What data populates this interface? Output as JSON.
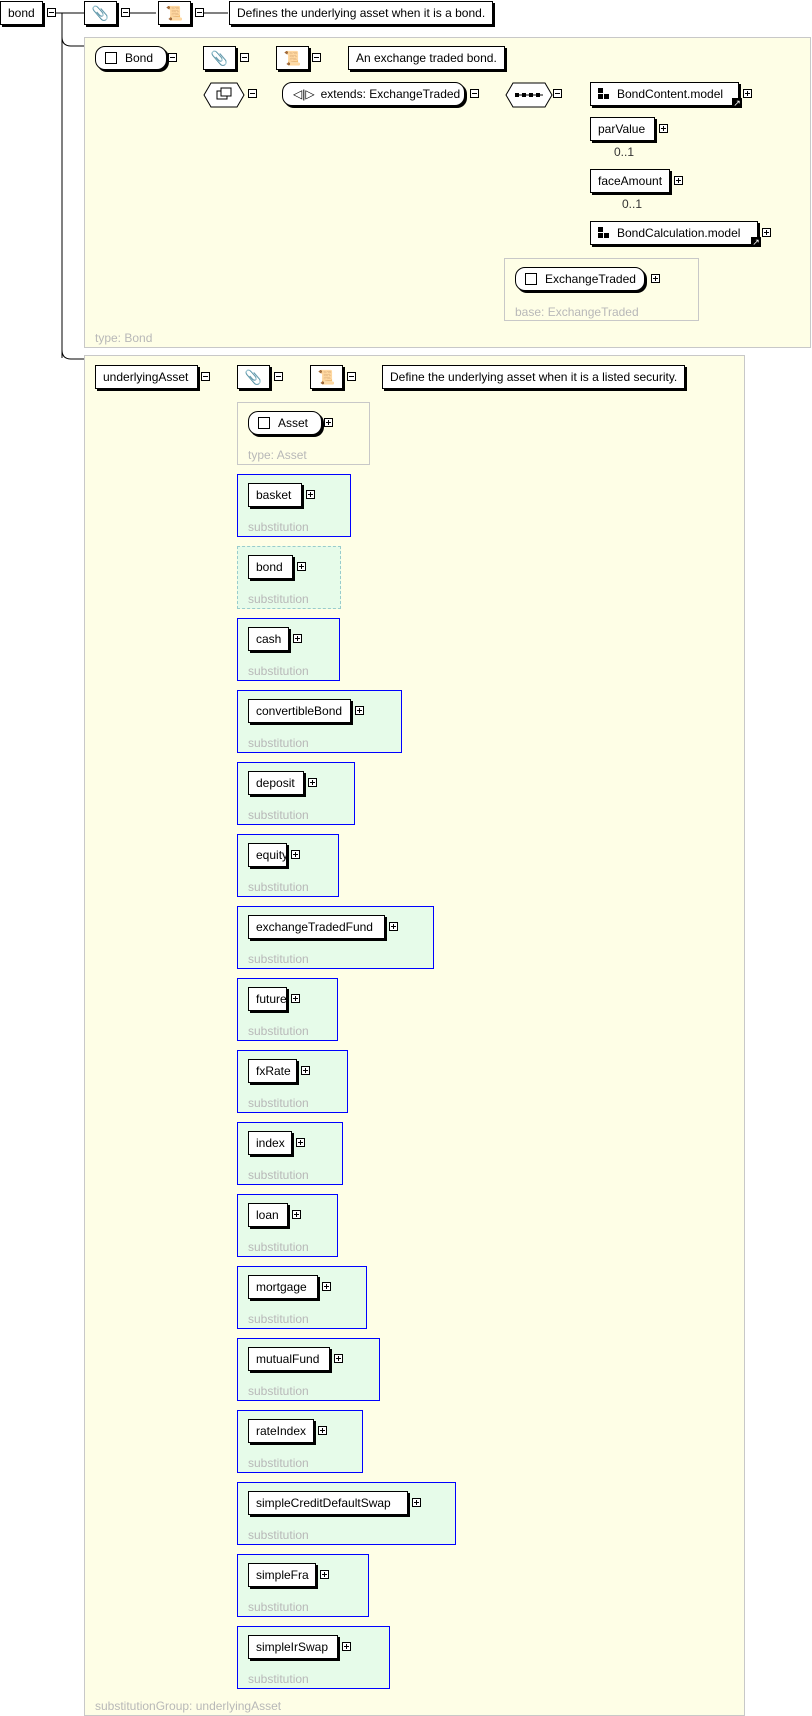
{
  "root": {
    "name": "bond",
    "documentation": "Defines the underlying asset when it is a bond."
  },
  "bond_type": {
    "name": "Bond",
    "documentation": "An exchange traded bond.",
    "type_label": "type: Bond",
    "extends_label": "extends: ExchangeTraded",
    "sequence_items": [
      {
        "name": "BondContent.model",
        "occurs": ""
      },
      {
        "name": "parValue",
        "occurs": "0..1"
      },
      {
        "name": "faceAmount",
        "occurs": "0..1"
      },
      {
        "name": "BondCalculation.model",
        "occurs": ""
      }
    ],
    "base": {
      "name": "ExchangeTraded",
      "base_label": "base: ExchangeTraded"
    }
  },
  "underlying": {
    "name": "underlyingAsset",
    "documentation": "Define the underlying asset when it is a listed security.",
    "type": {
      "name": "Asset",
      "type_label": "type: Asset"
    },
    "substitution_label": "substitution",
    "group_label": "substitutionGroup: underlyingAsset",
    "members": [
      "basket",
      "bond",
      "cash",
      "convertibleBond",
      "deposit",
      "equity",
      "exchangeTradedFund",
      "future",
      "fxRate",
      "index",
      "loan",
      "mortgage",
      "mutualFund",
      "rateIndex",
      "simpleCreditDefaultSwap",
      "simpleFra",
      "simpleIrSwap"
    ]
  },
  "colors": {
    "panel_bg": "#fefee6",
    "subst_bg": "#e6fbe9",
    "subst_border": "#0000ff",
    "muted_text": "#b8b8b8"
  }
}
